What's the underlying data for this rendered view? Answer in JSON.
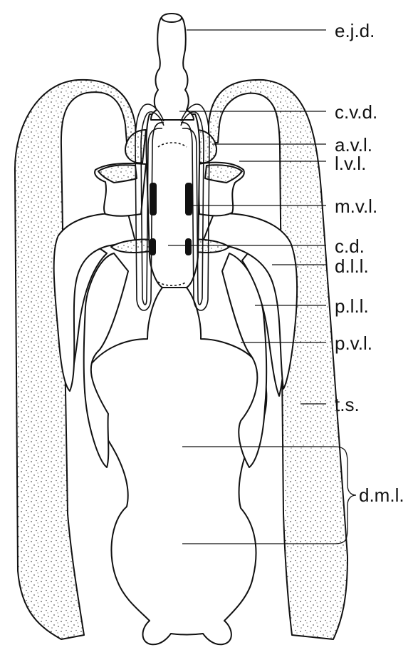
{
  "labels": {
    "ejd": "e.j.d.",
    "cvd": "c.v.d.",
    "avl": "a.v.l.",
    "lvl": "l.v.l.",
    "mvl": "m.v.l.",
    "cd": "c.d.",
    "dll": "d.l.l.",
    "pll": "p.l.l.",
    "pvl": "p.v.l.",
    "ts": "t.s.",
    "dml": "d.m.l."
  }
}
